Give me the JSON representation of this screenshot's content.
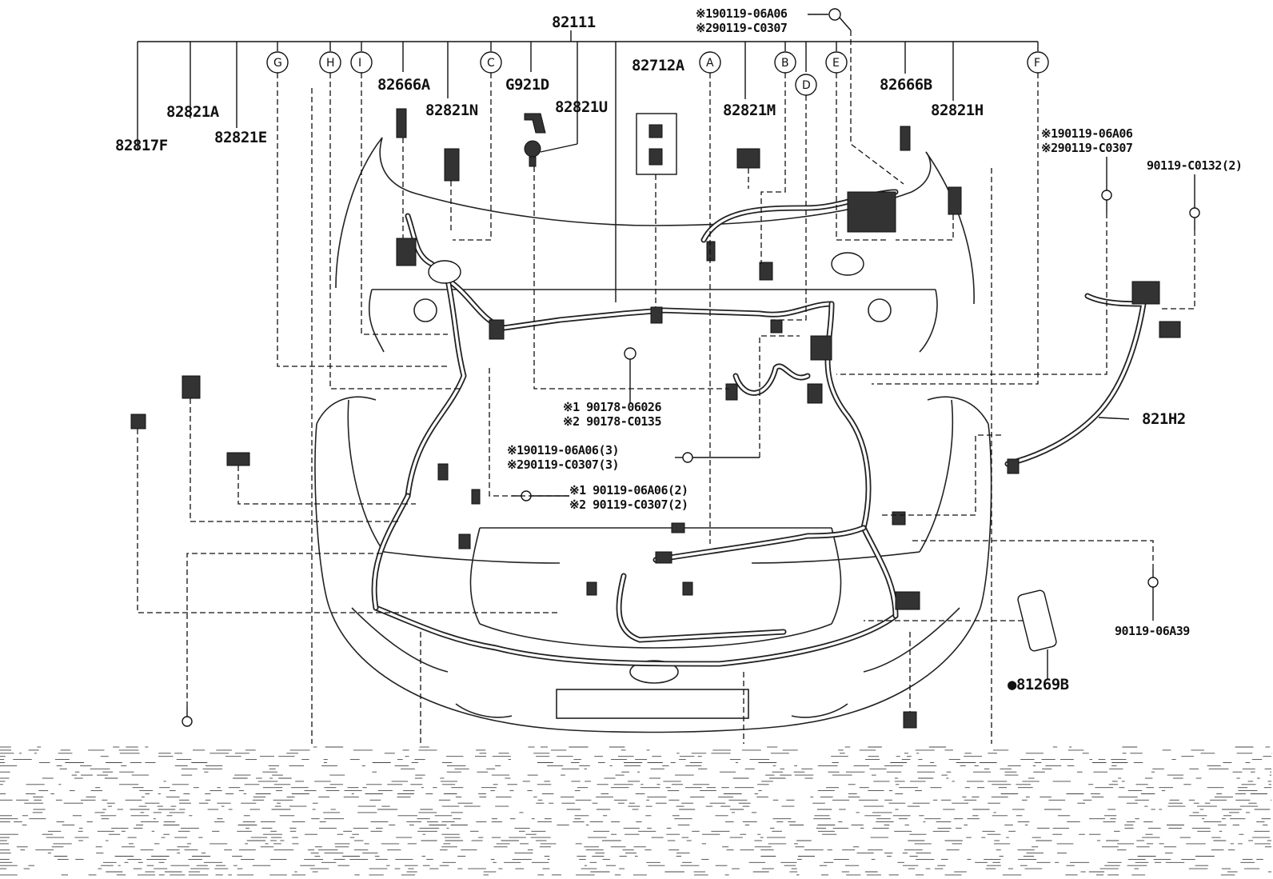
{
  "labels": {
    "l82111": "82111",
    "l82817F": "82817F",
    "l82821A": "82821A",
    "l82821E": "82821E",
    "l82666A": "82666A",
    "l82821N": "82821N",
    "lG921D": "G921D",
    "l82821U": "82821U",
    "l82712A": "82712A",
    "l82821M": "82821M",
    "l82666B": "82666B",
    "l82821H": "82821H",
    "l821H2": "821H2",
    "l81269B": "●81269B",
    "l90119_06A39": "90119-06A39",
    "l90119_C0132": "90119-C0132(2)"
  },
  "callouts": {
    "top_a": "※190119-06A06",
    "top_b": "※290119-C0307",
    "right_a": "※190119-06A06",
    "right_b": "※290119-C0307",
    "mid1_a": "※1 90178-06026",
    "mid1_b": "※2 90178-C0135",
    "mid2_a": "※190119-06A06(3)",
    "mid2_b": "※290119-C0307(3)",
    "mid3_a": "※1 90119-06A06(2)",
    "mid3_b": "※2 90119-C0307(2)"
  },
  "circles": {
    "G": "G",
    "H": "H",
    "I": "I",
    "C": "C",
    "A": "A",
    "B": "B",
    "D": "D",
    "E": "E",
    "F": "F"
  }
}
